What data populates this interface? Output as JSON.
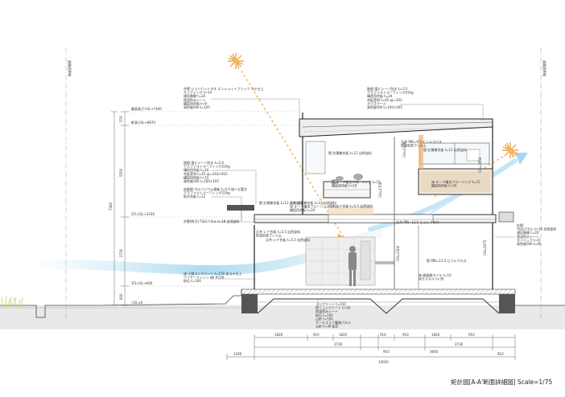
{
  "title": "矩計図[A-A'断面詳細図] Scale=1/75",
  "boundary_left": "道路境界線",
  "boundary_right": "道路境界線",
  "levels": [
    {
      "id": "max",
      "label": "最高高さ▽GL+7440"
    },
    {
      "id": "roof",
      "label": "軒高▽GL+6870"
    },
    {
      "id": "f2",
      "label": "2FL▽GL+3330"
    },
    {
      "id": "f1",
      "label": "1FL▽GL+600"
    },
    {
      "id": "gl",
      "label": "▽GL±0"
    }
  ],
  "vertical_dims": [
    "570",
    "5550",
    "7440",
    "2730",
    "600"
  ],
  "bottom_dims_row1": [
    "1820",
    "910",
    "1820",
    "910",
    "910",
    "1820",
    "910"
  ],
  "bottom_dims_row2": [
    "2730",
    "910",
    "3640",
    "2730"
  ],
  "bottom_dims_row3": [
    "1200",
    "10010",
    "910"
  ],
  "room_heights": [
    "CH=2100",
    "CH=2700",
    "CH=2950",
    "CH=2300",
    "CH=2075"
  ],
  "notes_left": [
    {
      "id": "wall",
      "lines": [
        "外壁:ジョリパットネオ エンシュットブリック コテ仕上",
        "サイディング t=14",
        "通気胴縁 t=24",
        "透湿防水シート",
        "構造用合板 t=9",
        "高性能GW t=105"
      ]
    },
    {
      "id": "roof1",
      "lines": [
        "屋根:塩ビシート防水 t=2.0",
        "アスファルトルーフィング22kg",
        "構造用合板 t=24",
        "合板受材 t=45 @=303×910",
        "構造用合板 t=12",
        "高性能GW t=100×105"
      ]
    },
    {
      "id": "canopy",
      "lines": [
        "庇屋根:ガルバリウム鋼板 t=0.4 縦ハゼ葺き",
        "アスファルトルーフィング22kg",
        "耐水合板 t=12"
      ]
    },
    {
      "id": "eave",
      "lines": [
        "外壁(軒天):T&Gパネル t=18 自然塗料"
      ]
    },
    {
      "id": "found",
      "lines": [
        "床:土間コンクリート t=150 金コテ仕上",
        "ワイヤーメッシュ φ6 #150",
        "砕石 t=100"
      ]
    }
  ],
  "notes_right_top": [
    {
      "id": "roof2",
      "lines": [
        "屋根:塩ビシート防水 t=2.0",
        "アスファルトルーフィング22kg",
        "構造用合板 t=24",
        "合板受材 t=45 @=303",
        "グラスウール",
        "高性能GW t=100×105"
      ]
    }
  ],
  "notes_right": [
    {
      "id": "ewall",
      "lines": [
        "外壁:",
        "T&Gパネル t=18 自然塗料",
        "通気胴縁 t=20",
        "透湿防水シート",
        "タイベック t=9",
        "高性能GW t=40"
      ]
    }
  ],
  "notes_inner": [
    {
      "id": "ceil1",
      "lines": [
        "天井:PBt=9.5 ビニルクロス",
        "防湿気密フィルム"
      ]
    },
    {
      "id": "wall1",
      "lines": [
        "壁:針葉樹合板 t=12 自然塗料"
      ]
    },
    {
      "id": "wall2",
      "lines": [
        "壁:針葉樹合板 t=12 自然塗料"
      ]
    },
    {
      "id": "floor1",
      "lines": [
        "床:オーク複合フローリング t=15",
        "構造用合板 t=24"
      ]
    },
    {
      "id": "floor2",
      "lines": [
        "床:オーク複合フローリング t=15",
        "構造用合板 t=24"
      ]
    },
    {
      "id": "ceil2",
      "lines": [
        "天井:シナ合板 t=5.5 自然塗料"
      ]
    },
    {
      "id": "wall3",
      "lines": [
        "壁:針葉樹合板 t=12 自然塗料"
      ]
    },
    {
      "id": "ceil3",
      "lines": [
        "天井:針葉樹合板 t=12 自然塗料",
        "床:オーク複合フローリング t=15",
        "構造用合板 t=24"
      ]
    },
    {
      "id": "ceil4",
      "lines": [
        "天井:シナ合板 t=5.5 自然塗料",
        "防湿気密フィルム"
      ]
    },
    {
      "id": "ceil5",
      "lines": [
        "天井:PBt=12.5 ビニルクロス"
      ]
    },
    {
      "id": "wall4",
      "lines": [
        "壁:PBt=12.5 ビニルクロス"
      ]
    },
    {
      "id": "floor3",
      "lines": [
        "床:磁器質タイル t=10",
        "床モルタル t=30"
      ]
    },
    {
      "id": "ceil6",
      "lines": [
        "天井:シナ合板 t=5.5 自然塗料"
      ]
    }
  ],
  "notes_bottom": [
    {
      "id": "slab",
      "lines": [
        "コンクリート t=150",
        "捨てコンクリート t=50",
        "透湿防水シート",
        "砕石 t=100",
        "山砂 t=100",
        "サーモスラブ蓄熱パネル",
        "山砂 t=30 転圧"
      ]
    }
  ]
}
